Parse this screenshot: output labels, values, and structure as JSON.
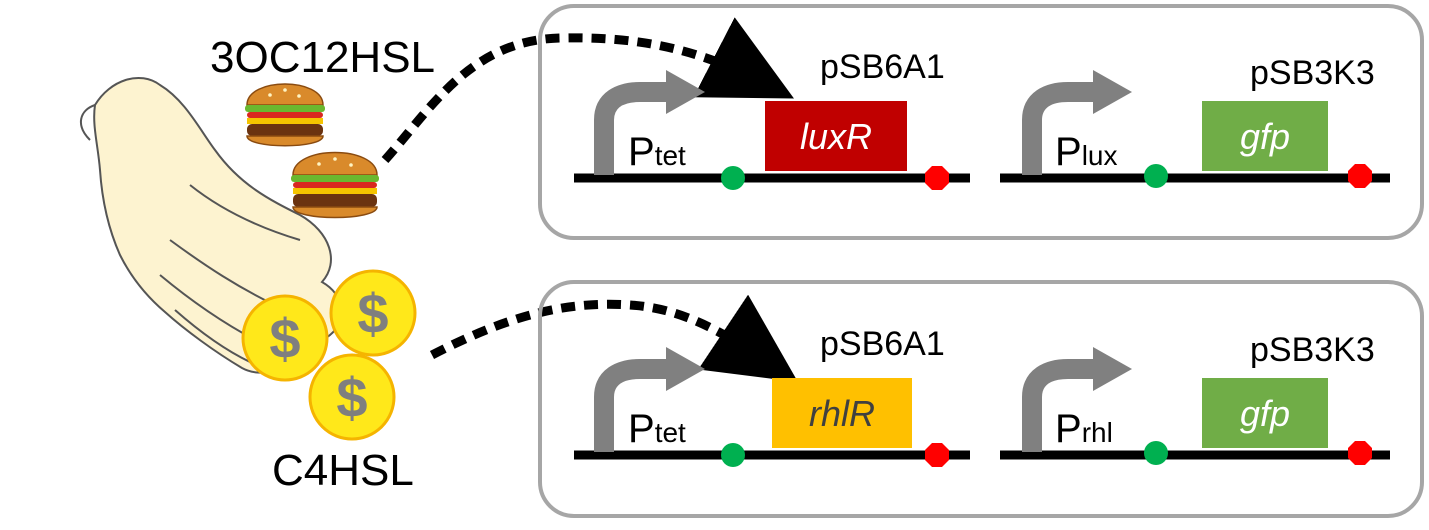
{
  "signals": {
    "top_label": "3OC12HSL",
    "bottom_label": "C4HSL",
    "coin_symbol": "$",
    "top_icon": "burger-icon",
    "bottom_icon": "coin-icon",
    "hand_icon": "open-hand-icon"
  },
  "constructs": [
    {
      "left": {
        "promoter_main": "P",
        "promoter_sub": "tet",
        "gene": "luxR",
        "plasmid": "pSB6A1",
        "gene_color": "#c00000"
      },
      "right": {
        "promoter_main": "P",
        "promoter_sub": "lux",
        "gene": "gfp",
        "plasmid": "pSB3K3",
        "gene_color": "#70ad47"
      }
    },
    {
      "left": {
        "promoter_main": "P",
        "promoter_sub": "tet",
        "gene": "rhlR",
        "plasmid": "pSB6A1",
        "gene_color": "#ffc000"
      },
      "right": {
        "promoter_main": "P",
        "promoter_sub": "rhl",
        "gene": "gfp",
        "plasmid": "pSB3K3",
        "gene_color": "#70ad47"
      }
    }
  ],
  "colors": {
    "rbs": "#00b050",
    "terminator": "#ff0000",
    "promoter_arrow": "#808080",
    "box_border": "#a6a6a6",
    "coin_fill": "#ffe81a",
    "coin_border": "#f5b400"
  }
}
